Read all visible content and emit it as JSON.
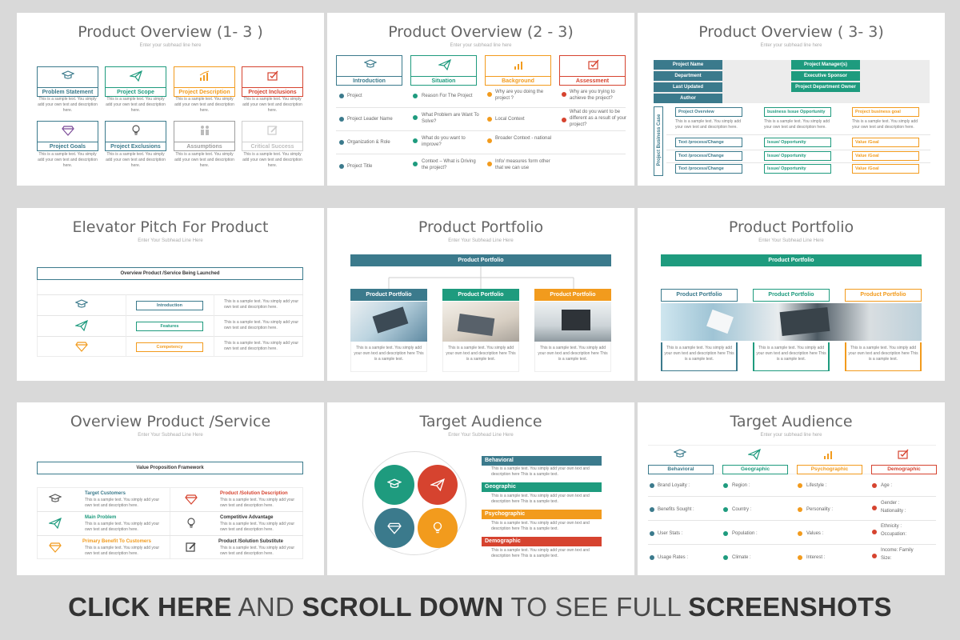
{
  "colors": {
    "blue": "#3b7a8c",
    "green": "#1e9b7e",
    "orange": "#f29b1d",
    "red": "#d6432f",
    "purple": "#7b4b98",
    "grey": "#9e9e9e",
    "lightgrey": "#cfcfcf"
  },
  "slide1": {
    "title": "Product Overview (1- 3 )",
    "subtitle": "Enter your subhead line here",
    "boxes": [
      {
        "label": "Problem Statement",
        "icon": "graduation-cap-icon",
        "color": "#3b7a8c"
      },
      {
        "label": "Project Scope",
        "icon": "paper-plane-icon",
        "color": "#1e9b7e"
      },
      {
        "label": "Project Description",
        "icon": "bar-chart-icon",
        "color": "#f29b1d"
      },
      {
        "label": "Project Inclusions",
        "icon": "checkbox-icon",
        "color": "#d6432f"
      },
      {
        "label": "Project Goals",
        "icon": "diamond-icon",
        "color": "#3b7a8c"
      },
      {
        "label": "Project Exclusions",
        "icon": "lightbulb-icon",
        "color": "#3b7a8c"
      },
      {
        "label": "Assumptions",
        "icon": "figures-icon",
        "color": "#9e9e9e"
      },
      {
        "label": "Critical Success",
        "icon": "pencil-icon",
        "color": "#cfcfcf"
      }
    ],
    "desc": "This is a sample text. You simply add your own text and description here."
  },
  "slide2": {
    "title": "Product Overview (2 - 3)",
    "subtitle": "Enter your subhead line here",
    "heads": [
      {
        "label": "Introduction",
        "color": "#3b7a8c"
      },
      {
        "label": "Situation",
        "color": "#1e9b7e"
      },
      {
        "label": "Background",
        "color": "#f29b1d"
      },
      {
        "label": "Assessment",
        "color": "#d6432f"
      }
    ],
    "col1": [
      "Project",
      "Project Leader Name",
      "Organization & Role",
      "Project Title"
    ],
    "col2": [
      "Reason For The Project",
      "What Problem are Want To Solve?",
      "What do you want to improve?",
      "Context – What is Driving the project?"
    ],
    "col3": [
      "Why are you doing the project ?",
      "Local Context",
      "Broader Context - national",
      "Info/ measures form other that we can use"
    ],
    "col4": [
      "Why are you trying to achieve the project?",
      "What do you want to be different as a result of your project?"
    ]
  },
  "slide3": {
    "title": "Product Overview ( 3- 3)",
    "subtitle": "Enter your subhead line here",
    "left_labels": [
      "Project Name",
      "Department",
      "Last Updated",
      "Author"
    ],
    "right_labels": [
      "Project Manager(s)",
      "Executive Sponsor",
      "Project Department Owner"
    ],
    "vertical": "Project Business Case",
    "col_heads": [
      "Project Overview",
      "business Issue Opportunity",
      "Project business goal"
    ],
    "desc": "This is a sample text. You simply add your own text and description here.",
    "rows": [
      [
        "Text /process/Change",
        "Issue/ Opportunity",
        "Value /Goal"
      ],
      [
        "Text /process/Change",
        "Issue/ Opportunity",
        "Value /Goal"
      ],
      [
        "Text /process/Change",
        "Issue/ Opportunity",
        "Value /Goal"
      ]
    ]
  },
  "slide4": {
    "title": "Elevator Pitch For Product",
    "subtitle": "Enter Your Subhead Line Here",
    "header": "Overview Product /Service Being Launched",
    "rows": [
      {
        "label": "Introduction",
        "color": "#3b7a8c",
        "icon": "graduation-cap-icon"
      },
      {
        "label": "Features",
        "color": "#1e9b7e",
        "icon": "paper-plane-icon"
      },
      {
        "label": "Competency",
        "color": "#f29b1d",
        "icon": "diamond-icon"
      }
    ],
    "desc": "This is a sample text. You simply add your own text and description here."
  },
  "slide5": {
    "title": "Product Portfolio",
    "subtitle": "Enter Your Subhead Line Here",
    "top": "Product Portfolio",
    "items": [
      {
        "label": "Product Portfolio",
        "color": "#3b7a8c"
      },
      {
        "label": "Product Portfolio",
        "color": "#1e9b7e"
      },
      {
        "label": "Product Portfolio",
        "color": "#f29b1d"
      }
    ],
    "desc": "This is a sample text. You simply add your own text and description here This is a sample text."
  },
  "slide6": {
    "title": "Product Portfolio",
    "subtitle": "Enter Your Subhead Line Here",
    "top": "Product Portfolio",
    "items": [
      {
        "label": "Product Portfolio",
        "color": "#3b7a8c"
      },
      {
        "label": "Product Portfolio",
        "color": "#1e9b7e"
      },
      {
        "label": "Product Portfolio",
        "color": "#f29b1d"
      }
    ],
    "desc": "This is a sample text. You simply add your own text and description here This is a sample text."
  },
  "slide7": {
    "title": "Overview Product /Service",
    "subtitle": "Enter Your Subhead Line Here",
    "header": "Value Proposition Framework",
    "left": [
      {
        "label": "Target Customers",
        "color": "#3b7a8c",
        "icon": "graduation-cap-icon"
      },
      {
        "label": "Main Problem",
        "color": "#1e9b7e",
        "icon": "paper-plane-icon"
      },
      {
        "label": "Primary Benefit To Customers",
        "color": "#f29b1d",
        "icon": "diamond-icon"
      }
    ],
    "right": [
      {
        "label": "Product /Solution Description",
        "color": "#d6432f",
        "icon": "diamond-icon"
      },
      {
        "label": "Competitive Advantage",
        "color": "#333333",
        "icon": "lightbulb-icon"
      },
      {
        "label": "Product /Solution Substitute",
        "color": "#333333",
        "icon": "pencil-icon"
      }
    ],
    "desc": "This is a sample text. You simply add your own text and description here."
  },
  "slide8": {
    "title": "Target Audience",
    "subtitle": "Enter Your Subhead Line Here",
    "items": [
      {
        "label": "Behavioral",
        "color": "#3b7a8c",
        "icon": "graduation-cap-icon"
      },
      {
        "label": "Geographic",
        "color": "#1e9b7e",
        "icon": "paper-plane-icon"
      },
      {
        "label": "Psychographic",
        "color": "#f29b1d",
        "icon": "diamond-icon"
      },
      {
        "label": "Demographic",
        "color": "#d6432f",
        "icon": "lightbulb-icon"
      }
    ],
    "desc": "This is a sample text. You simply add your own text and description here This is a sample text."
  },
  "slide9": {
    "title": "Target Audience",
    "subtitle": "Enter your subhead line here",
    "heads": [
      {
        "label": "Behavioral",
        "color": "#3b7a8c"
      },
      {
        "label": "Geographic",
        "color": "#1e9b7e"
      },
      {
        "label": "Psychographic",
        "color": "#f29b1d"
      },
      {
        "label": "Demographic",
        "color": "#d6432f"
      }
    ],
    "col1": [
      "Brand Loyalty :",
      "Benefits Sought :",
      "User Stats :",
      "Usage Rates :"
    ],
    "col2": [
      "Region :",
      "Country :",
      "Population :",
      "Climate :"
    ],
    "col3": [
      "Lifestyle :",
      "Personality :",
      "Values :",
      "Interest :"
    ],
    "col4": [
      "Age :",
      "Gender : Nationality :",
      "Ethnicity : Occupation:",
      "Income: Family Size:"
    ]
  },
  "banner": {
    "p1": "CLICK HERE",
    "p2": " AND ",
    "p3": "SCROLL DOWN",
    "p4": " TO SEE FULL ",
    "p5": "SCREENSHOTS"
  }
}
